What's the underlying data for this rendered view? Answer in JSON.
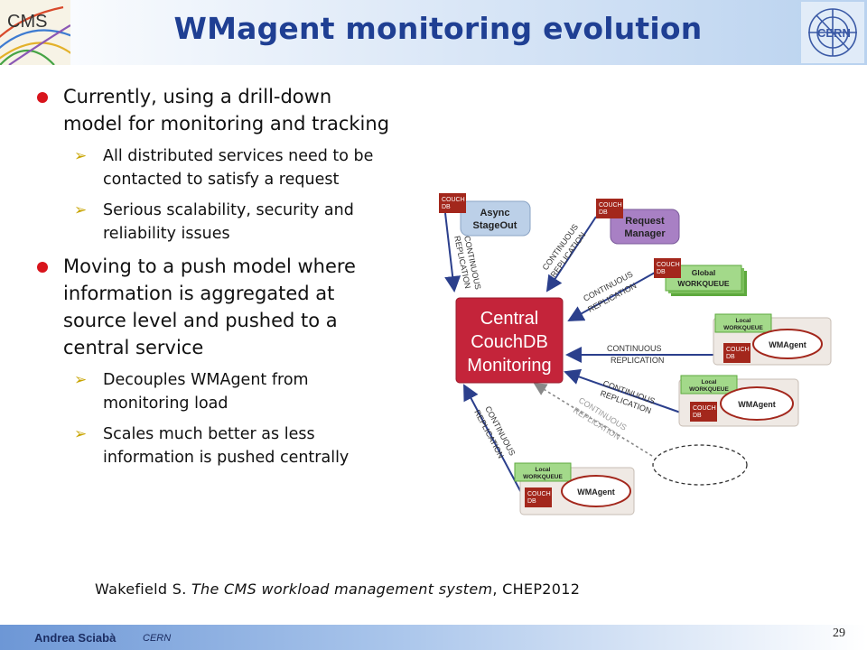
{
  "header": {
    "title": "WMagent monitoring evolution",
    "left_logo_text": "CMS",
    "right_logo_text": "CERN"
  },
  "bullets": [
    {
      "text": "Currently, using a drill-down\nmodel for monitoring and tracking",
      "sub": [
        "All distributed services need to be\ncontacted to satisfy a request",
        "Serious scalability, security and\nreliability issues"
      ]
    },
    {
      "text": "Moving to a push model where\ninformation is aggregated at\nsource level and pushed to a\ncentral service",
      "sub": [
        "Decouples WMAgent from\nmonitoring load",
        "Scales much better as less\ninformation is pushed centrally"
      ]
    }
  ],
  "diagram": {
    "central": [
      "Central",
      "CouchDB",
      "Monitoring"
    ],
    "couch_label": [
      "COUCH",
      "DB"
    ],
    "async": [
      "Async",
      "StageOut"
    ],
    "request_manager": [
      "Request",
      "Manager"
    ],
    "global_wq": [
      "Global",
      "WORKQUEUE"
    ],
    "local_wq": [
      "Local",
      "WORKQUEUE"
    ],
    "wmagent": "WMAgent",
    "replication": [
      "CONTINUOUS",
      "REPLICATION"
    ]
  },
  "citation": {
    "author": "Wakefield S.",
    "title": "The CMS workload management system",
    "venue": ", CHEP2012"
  },
  "footer": {
    "author": "Andrea Sciabà",
    "affiliation": "CERN",
    "page": "29"
  },
  "colors": {
    "title": "#1f3f93",
    "bullet": "#d8141c",
    "sub_arrow": "#c8a400",
    "central": "#c4243a",
    "couchdb": "#a3271c",
    "arrow": "#2b3f8c"
  }
}
